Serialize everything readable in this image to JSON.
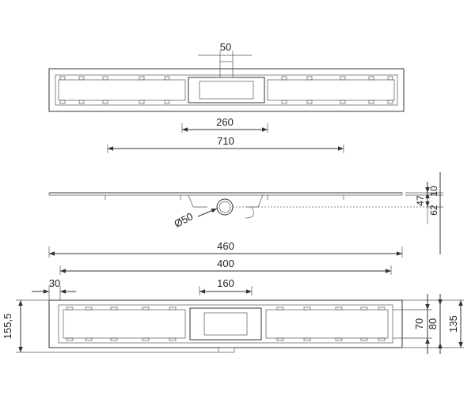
{
  "diagram": {
    "top_view": {
      "outlet_width_label": "50",
      "center_width_label": "260",
      "total_width_label": "710"
    },
    "side_view": {
      "pipe_diameter_label": "Ø50",
      "top_thickness_label": "10",
      "upper_height_label": "47",
      "lower_height_label": "62"
    },
    "length_dims": {
      "overall_label": "460",
      "inner_label": "400"
    },
    "bottom_view": {
      "edge_offset_label": "30",
      "center_width_label": "160",
      "total_height_label": "155,5",
      "inner_height_label": "70",
      "mid_height_label": "80",
      "outer_height_label": "135"
    }
  }
}
